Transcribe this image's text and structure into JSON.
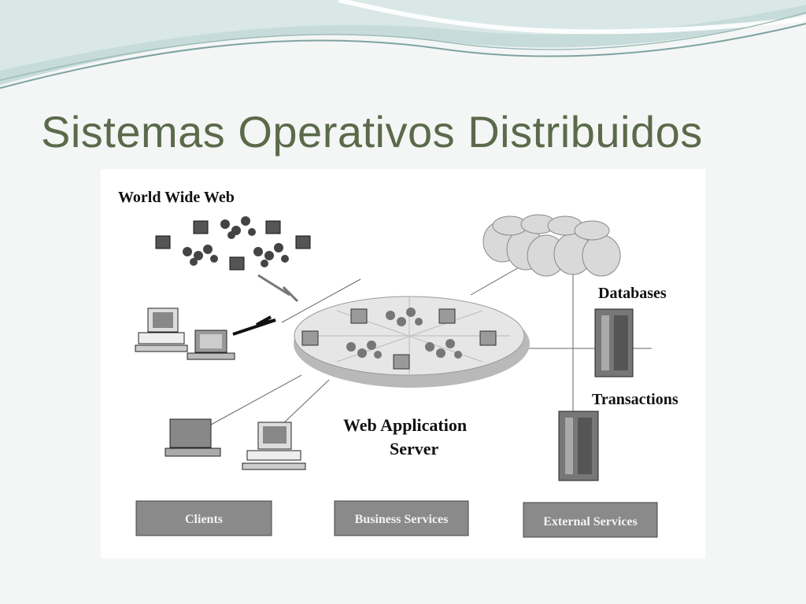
{
  "slide": {
    "title": "Sistemas Operativos Distribuidos"
  },
  "diagram": {
    "world_wide_web": "World Wide Web",
    "databases": "Databases",
    "transactions": "Transactions",
    "web_app_server_line1": "Web Application",
    "web_app_server_line2": "Server",
    "clients": "Clients",
    "business_services": "Business Services",
    "external_services": "External Services"
  },
  "colors": {
    "title": "#5b6a4a",
    "header_wave_teal": "#b9d3d0",
    "header_wave_line": "#7fa3a0",
    "panel_fill": "#8a8a8a"
  }
}
